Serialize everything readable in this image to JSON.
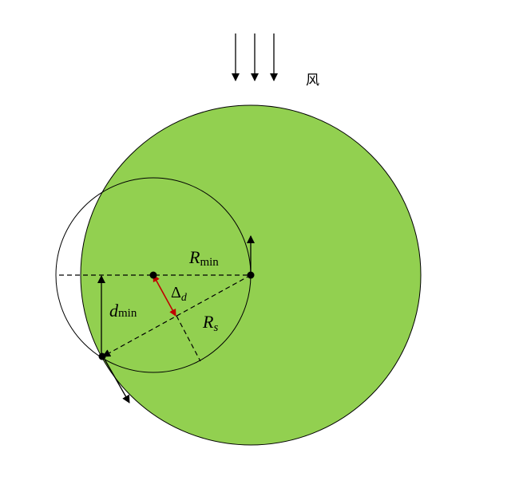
{
  "wind_label": "风",
  "labels": {
    "r_min": {
      "main": "R",
      "sub": "min"
    },
    "delta_d": {
      "main": "Δ",
      "sub": "d"
    },
    "d_min": {
      "main": "d",
      "sub": "min"
    },
    "r_s": {
      "main": "R",
      "sub": "s"
    }
  },
  "colors": {
    "large_circle_fill": "#92d050",
    "stroke": "#000000",
    "delta_arrow": "#c00000"
  }
}
